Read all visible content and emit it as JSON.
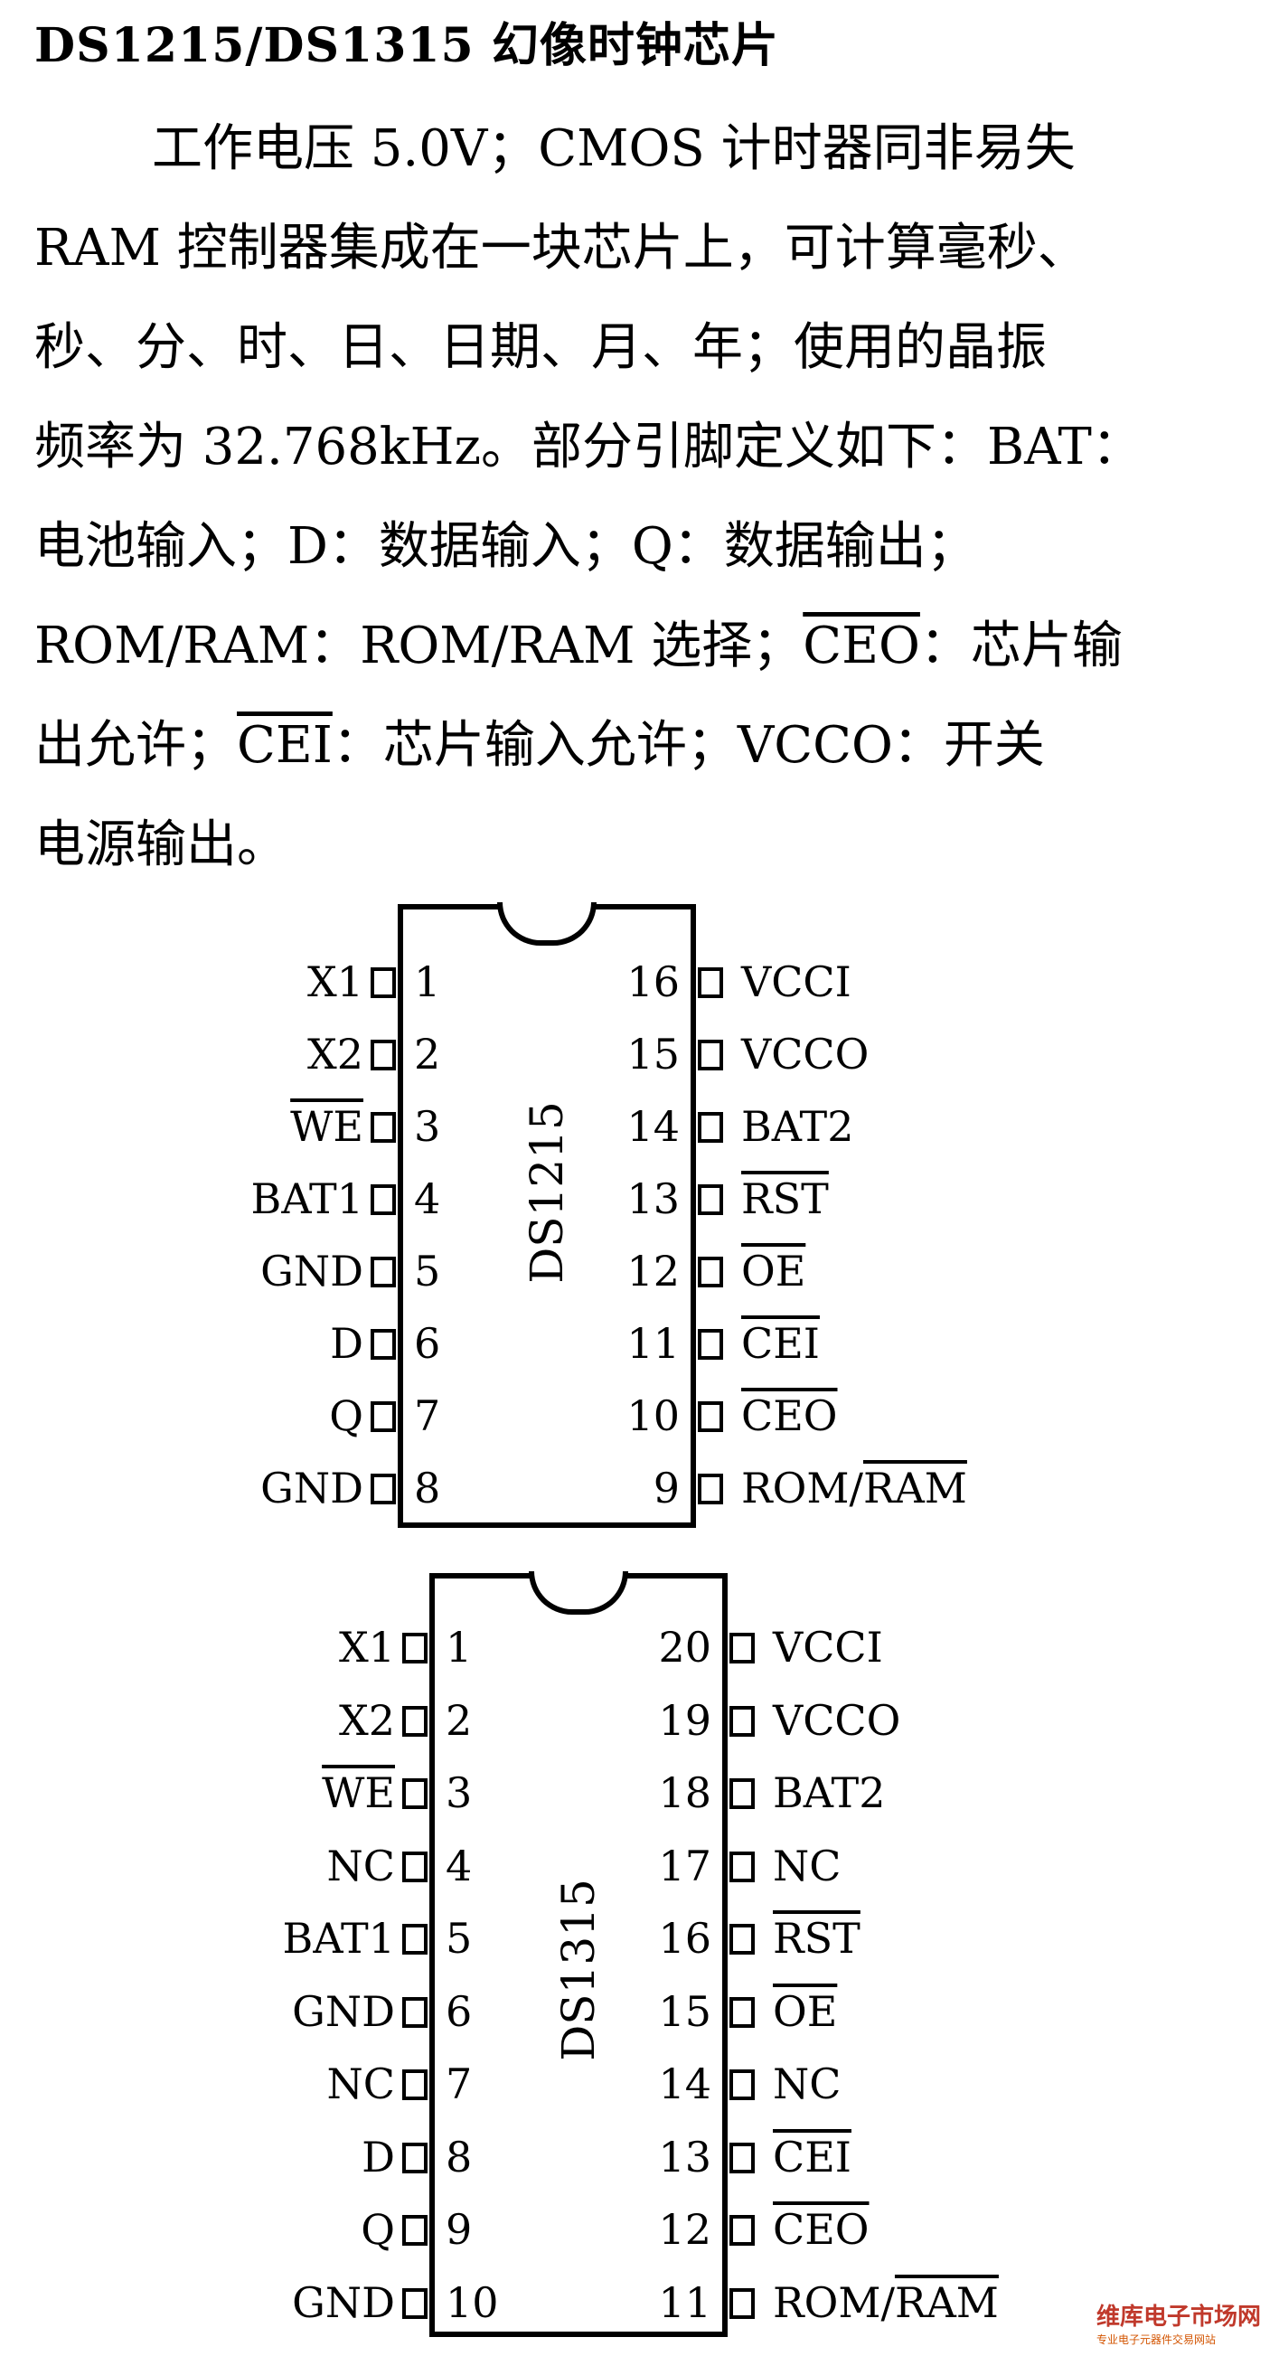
{
  "title": "DS1215/DS1315    幻像时钟芯片",
  "paragraph": [
    "工作电压 5.0V；CMOS 计时器同非易失",
    "RAM 控制器集成在一块芯片上，可计算毫秒、",
    "秒、分、时、日、日期、月、年；使用的晶振",
    "频率为 32.768kHz。部分引脚定义如下：BAT：",
    "电池输入；D：数据输入；Q：数据输出；",
    "ROM/RAM：ROM/RAM 选择；",
    "出允许；",
    "电源输出。"
  ],
  "paragraph_inline": {
    "ceo": "CEO",
    "ceo_tail": "：芯片输",
    "cei": "CEI",
    "cei_tail": "：芯片输入允许；VCCO：开关"
  },
  "chip1": {
    "name": "DS1215",
    "left_pins": [
      {
        "num": "1",
        "label": "X1",
        "overline": false
      },
      {
        "num": "2",
        "label": "X2",
        "overline": false
      },
      {
        "num": "3",
        "label": "WE",
        "overline": true
      },
      {
        "num": "4",
        "label": "BAT1",
        "overline": false
      },
      {
        "num": "5",
        "label": "GND",
        "overline": false
      },
      {
        "num": "6",
        "label": "D",
        "overline": false
      },
      {
        "num": "7",
        "label": "Q",
        "overline": false
      },
      {
        "num": "8",
        "label": "GND",
        "overline": false
      }
    ],
    "right_pins": [
      {
        "num": "16",
        "label": "VCCI",
        "overline": false
      },
      {
        "num": "15",
        "label": "VCCO",
        "overline": false
      },
      {
        "num": "14",
        "label": "BAT2",
        "overline": false
      },
      {
        "num": "13",
        "label": "RST",
        "overline": true
      },
      {
        "num": "12",
        "label": "OE",
        "overline": true
      },
      {
        "num": "11",
        "label": "CEI",
        "overline": true
      },
      {
        "num": "10",
        "label": "CEO",
        "overline": true
      },
      {
        "num": "9",
        "label": "ROM/",
        "label2": "RAM",
        "overline": false,
        "overline2": true
      }
    ]
  },
  "chip2": {
    "name": "DS1315",
    "left_pins": [
      {
        "num": "1",
        "label": "X1",
        "overline": false
      },
      {
        "num": "2",
        "label": "X2",
        "overline": false
      },
      {
        "num": "3",
        "label": "WE",
        "overline": true
      },
      {
        "num": "4",
        "label": "NC",
        "overline": false
      },
      {
        "num": "5",
        "label": "BAT1",
        "overline": false
      },
      {
        "num": "6",
        "label": "GND",
        "overline": false
      },
      {
        "num": "7",
        "label": "NC",
        "overline": false
      },
      {
        "num": "8",
        "label": "D",
        "overline": false
      },
      {
        "num": "9",
        "label": "Q",
        "overline": false
      },
      {
        "num": "10",
        "label": "GND",
        "overline": false
      }
    ],
    "right_pins": [
      {
        "num": "20",
        "label": "VCCI",
        "overline": false
      },
      {
        "num": "19",
        "label": "VCCO",
        "overline": false
      },
      {
        "num": "18",
        "label": "BAT2",
        "overline": false
      },
      {
        "num": "17",
        "label": "NC",
        "overline": false
      },
      {
        "num": "16",
        "label": "RST",
        "overline": true
      },
      {
        "num": "15",
        "label": "OE",
        "overline": true
      },
      {
        "num": "14",
        "label": "NC",
        "overline": false
      },
      {
        "num": "13",
        "label": "CEI",
        "overline": true
      },
      {
        "num": "12",
        "label": "CEO",
        "overline": true
      },
      {
        "num": "11",
        "label": "ROM/",
        "label2": "RAM",
        "overline": false,
        "overline2": true
      }
    ]
  },
  "watermark": {
    "main": "维库电子市场网",
    "sub": "专业电子元器件交易网站"
  }
}
